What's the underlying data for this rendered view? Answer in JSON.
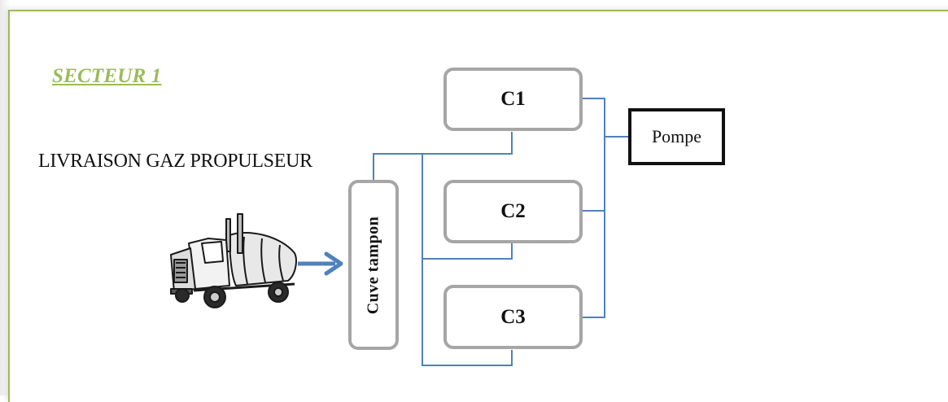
{
  "sector": {
    "title": "SECTEUR 1"
  },
  "delivery": {
    "label": "LIVRAISON GAZ PROPULSEUR"
  },
  "buffer_tank": {
    "label": "Cuve tampon"
  },
  "tanks": [
    {
      "label": "C1"
    },
    {
      "label": "C2"
    },
    {
      "label": "C3"
    }
  ],
  "pump": {
    "label": "Pompe"
  },
  "truck": {
    "icon": "tanker-truck-icon"
  },
  "colors": {
    "title_green": "#9bbb59",
    "pipe_blue": "#4f81bd",
    "tank_border": "#a6a6a6",
    "pump_border": "#111111",
    "arrow_blue": "#4f81bd"
  }
}
